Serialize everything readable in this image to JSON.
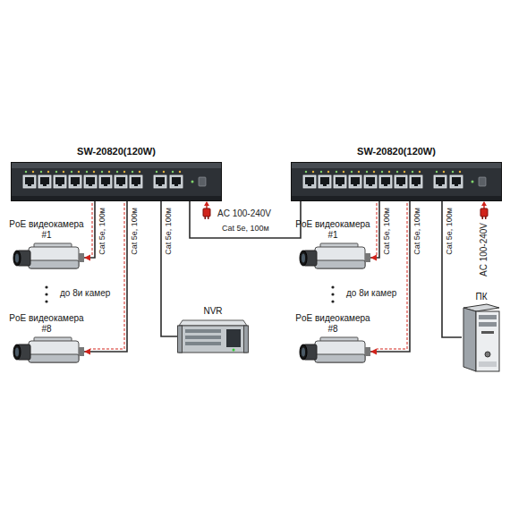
{
  "diagram": {
    "nodes": [
      {
        "text": [
          "SW-20820(120W)"
        ]
      },
      {
        "text": [
          "PoE видеокамера #1"
        ]
      },
      {
        "text": [
          "PoE видеокамера #8"
        ]
      },
      {
        "text": [
          "NVR"
        ]
      },
      {
        "text": [
          "SW-20820(120W)"
        ]
      },
      {
        "text": [
          "PoE видеокамера #1"
        ]
      },
      {
        "text": [
          "PoE видеокамера #8"
        ]
      },
      {
        "text": [
          "ПК"
        ]
      }
    ],
    "edges": [
      {
        "from": 0,
        "to": 1,
        "label": "Cat 5e, 100м",
        "arrow": "to"
      },
      {
        "from": 0,
        "to": 2,
        "label": "Cat 5e, 100м",
        "arrow": "to"
      },
      {
        "from": 0,
        "to": 3,
        "label": "Cat 5e, 100м",
        "arrow": "none"
      },
      {
        "from": 0,
        "to": 4,
        "label": "Cat 5e, 100м",
        "arrow": "none"
      },
      {
        "from": 4,
        "to": 5,
        "label": "Cat 5e, 100м",
        "arrow": "to"
      },
      {
        "from": 4,
        "to": 6,
        "label": "Cat 5e, 100м",
        "arrow": "to"
      },
      {
        "from": 4,
        "to": 7,
        "label": "Cat 5e, 100м",
        "arrow": "none"
      }
    ],
    "labels": [
      "до 8и камер",
      "AC 100-240V",
      "до 8и камер",
      "AC 100-240V"
    ]
  }
}
